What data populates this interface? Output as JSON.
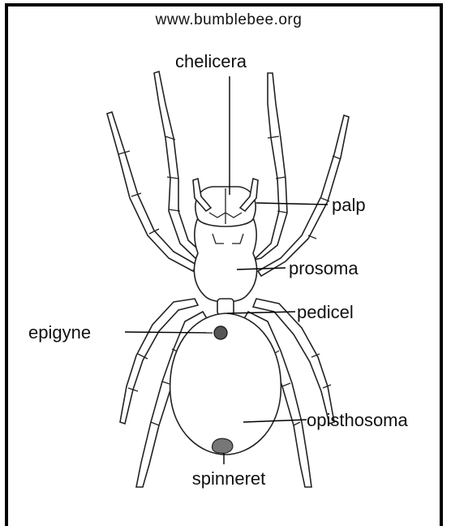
{
  "source_text": "www.bumblebee.org",
  "labels": {
    "chelicera": "chelicera",
    "palp": "palp",
    "prosoma": "prosoma",
    "pedicel": "pedicel",
    "epigyne": "epigyne",
    "opisthosoma": "opisthosoma",
    "spinneret": "spinneret"
  }
}
